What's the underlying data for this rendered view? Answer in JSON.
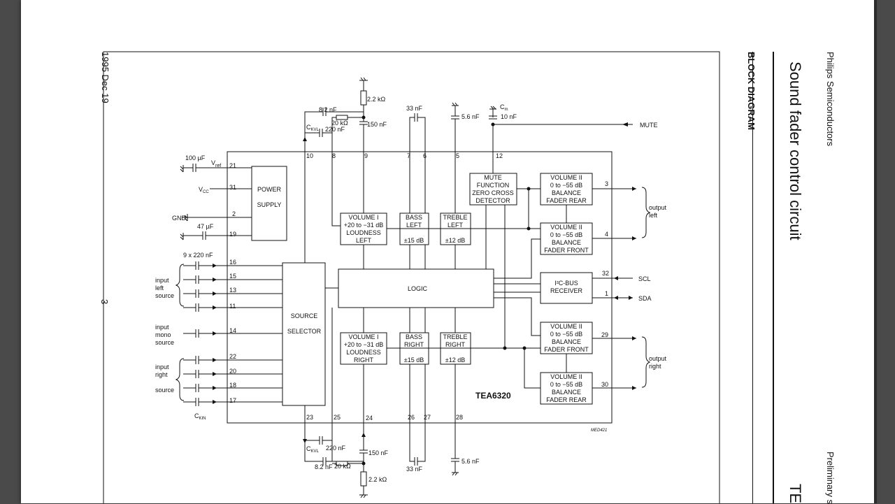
{
  "page": {
    "date": "1995 Dec 19",
    "page_number": "3",
    "section_heading": "BLOCK DIAGRAM",
    "company": "Philips Semiconductors",
    "doc_title": "Sound fader control circuit",
    "status": "Preliminary s",
    "part_number": "TE"
  },
  "diagram": {
    "chip_name": "TEA6320",
    "figure_ref": "MED421",
    "blocks": {
      "power_supply": [
        "POWER",
        "SUPPLY"
      ],
      "source_selector": [
        "SOURCE",
        "SELECTOR"
      ],
      "logic": "LOGIC",
      "vol_left": [
        "VOLUME I",
        "+20 to −31 dB",
        "LOUDNESS",
        "LEFT"
      ],
      "vol_right": [
        "VOLUME I",
        "+20 to −31 dB",
        "LOUDNESS",
        "RIGHT"
      ],
      "bass_left": [
        "BASS",
        "LEFT",
        "±15 dB"
      ],
      "bass_right": [
        "BASS",
        "RIGHT",
        "±15 dB"
      ],
      "treble_left": [
        "TREBLE",
        "LEFT",
        "±12 dB"
      ],
      "treble_right": [
        "TREBLE",
        "RIGHT",
        "±12 dB"
      ],
      "mute": [
        "MUTE",
        "FUNCTION",
        "ZERO CROSS",
        "DETECTOR"
      ],
      "vol2_rear_left": [
        "VOLUME II",
        "0 to −55 dB",
        "BALANCE",
        "FADER REAR"
      ],
      "vol2_front_left": [
        "VOLUME II",
        "0 to −55 dB",
        "BALANCE",
        "FADER FRONT"
      ],
      "i2c": [
        "I²C-BUS",
        "RECEIVER"
      ],
      "vol2_front_right": [
        "VOLUME II",
        "0 to −55 dB",
        "BALANCE",
        "FADER FRONT"
      ],
      "vol2_rear_right": [
        "VOLUME II",
        "0 to −55 dB",
        "BALANCE",
        "FADER REAR"
      ]
    },
    "pins": {
      "p21": "21",
      "p31": "31",
      "p2": "2",
      "p19": "19",
      "p16": "16",
      "p15": "15",
      "p13": "13",
      "p11": "11",
      "p14": "14",
      "p22": "22",
      "p20": "20",
      "p18": "18",
      "p17": "17",
      "p10": "10",
      "p8": "8",
      "p9": "9",
      "p7": "7",
      "p6": "6",
      "p5": "5",
      "p12": "12",
      "p3": "3",
      "p4": "4",
      "p32": "32",
      "p1": "1",
      "p29": "29",
      "p30": "30",
      "p23": "23",
      "p25": "25",
      "p24": "24",
      "p26": "26",
      "p27": "27",
      "p28": "28"
    },
    "components": {
      "c_vref": "100 µF",
      "c_47": "47 µF",
      "c_inputs": "9 x 220 nF",
      "r_top": "2.2 kΩ",
      "c_top_8n2": "8.2 nF",
      "r_top_20k": "20 kΩ",
      "c_top_150": "150 nF",
      "c_top_220": "220 nF",
      "c_top_33": "33 nF",
      "c_top_5n6": "5.6 nF",
      "c_m_label": "C",
      "c_m_sub": "m",
      "c_m_val": "10 nF",
      "ckvl_label": "C",
      "ckvl_sub": "KVL",
      "c_bot_220": "220 nF",
      "c_bot_150": "150 nF",
      "c_bot_8n2": "8.2 nF",
      "r_bot_20k": "20 kΩ",
      "r_bot": "2.2 kΩ",
      "c_bot_33": "33 nF",
      "c_bot_5n6": "5.6 nF",
      "ckin_label": "C",
      "ckin_sub": "KIN"
    },
    "labels": {
      "vref": "V",
      "vref_sub": "ref",
      "vcc": "V",
      "vcc_sub": "CC",
      "gnd": "GND",
      "mute": "MUTE",
      "scl": "SCL",
      "sda": "SDA",
      "input_left": [
        "input",
        "left",
        "source"
      ],
      "input_mono": [
        "input",
        "mono",
        "source"
      ],
      "input_right": [
        "input",
        "right",
        "source"
      ],
      "output_left": [
        "output",
        "left"
      ],
      "output_right": [
        "output",
        "right"
      ]
    }
  }
}
